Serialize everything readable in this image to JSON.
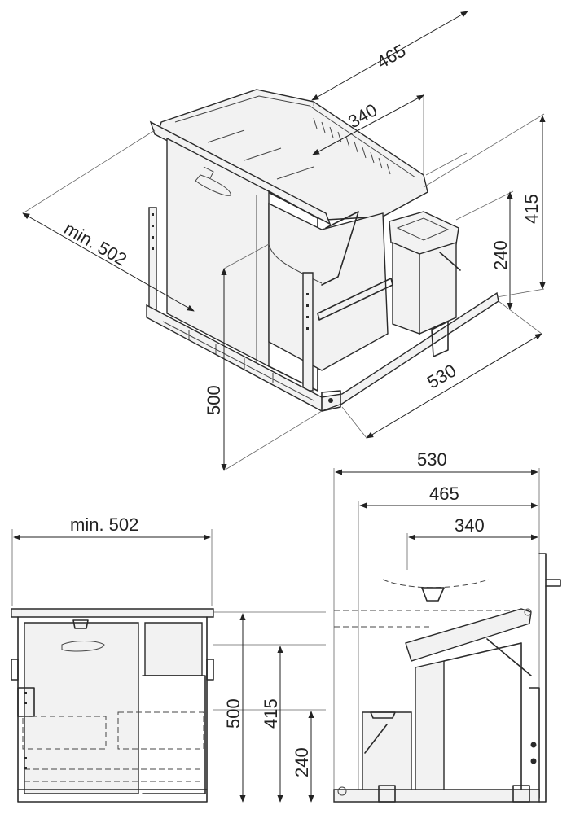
{
  "top_view": {
    "dim_465": "465",
    "dim_340": "340",
    "dim_415": "415",
    "dim_240": "240",
    "dim_min502": "min. 502",
    "dim_530": "530",
    "dim_500": "500"
  },
  "front_view": {
    "dim_min502": "min. 502",
    "dim_500": "500",
    "dim_415": "415",
    "dim_240": "240"
  },
  "side_view": {
    "dim_530": "530",
    "dim_465": "465",
    "dim_340": "340"
  }
}
